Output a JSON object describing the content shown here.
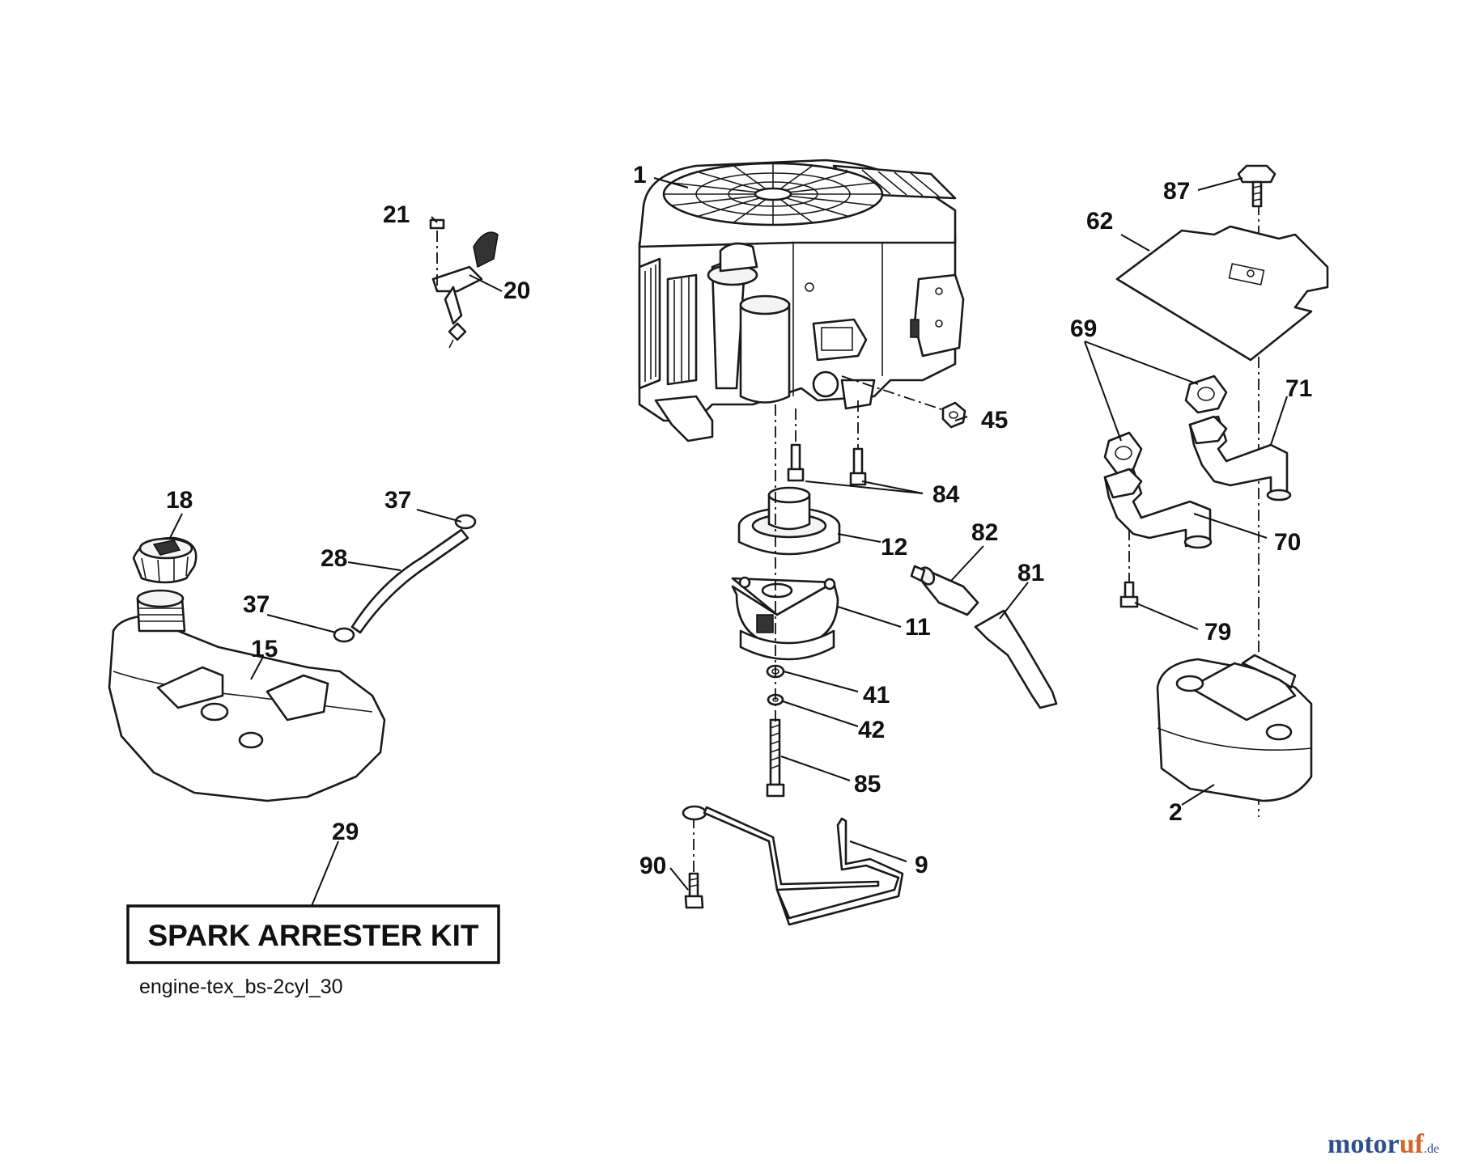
{
  "diagram": {
    "callouts": {
      "c1": "1",
      "c2": "2",
      "c9": "9",
      "c11": "11",
      "c12": "12",
      "c15": "15",
      "c18": "18",
      "c20": "20",
      "c21": "21",
      "c28": "28",
      "c29": "29",
      "c37a": "37",
      "c37b": "37",
      "c41": "41",
      "c42": "42",
      "c45": "45",
      "c62": "62",
      "c69": "69",
      "c70": "70",
      "c71": "71",
      "c79": "79",
      "c81": "81",
      "c82": "82",
      "c84": "84",
      "c85": "85",
      "c87": "87",
      "c90": "90"
    },
    "kit_label": "SPARK ARRESTER KIT",
    "drawing_code": "engine-tex_bs-2cyl_30",
    "watermark": {
      "name": "motor",
      "accent": "uf",
      "suffix": ".de"
    }
  },
  "colors": {
    "line": "#1a1a1a",
    "background": "#ffffff",
    "watermark_blue": "#2f4f8c",
    "watermark_orange": "#d4632c"
  }
}
